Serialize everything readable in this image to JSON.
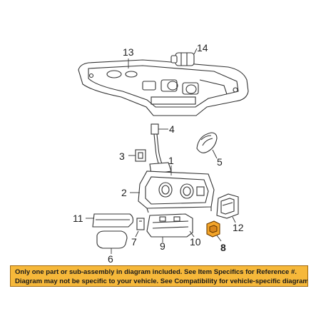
{
  "callouts": {
    "c1": "1",
    "c2": "2",
    "c3": "3",
    "c4": "4",
    "c5": "5",
    "c6": "6",
    "c7": "7",
    "c8": "8",
    "c9": "9",
    "c10": "10",
    "c11": "11",
    "c12": "12",
    "c13": "13",
    "c14": "14"
  },
  "notice": {
    "line1": "Only one part or sub-assembly in diagram included. See Item Specifics for Reference #.",
    "line2": "Diagram may not be specific to your vehicle. See Compatibility for vehicle-specific diagrams."
  },
  "colors": {
    "line": "#333333",
    "part_fill": "#ffffff",
    "highlight": "#f4a52a",
    "notice_bg": "#f6b83a"
  }
}
